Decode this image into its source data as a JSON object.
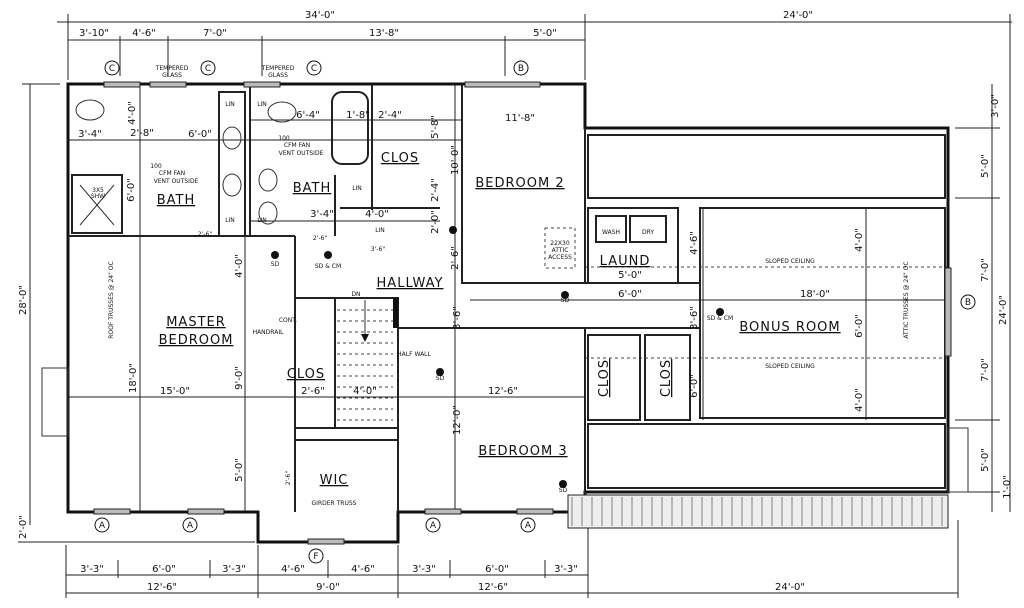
{
  "dimensions": {
    "top_overall": [
      "34'-0\"",
      "24'-0\""
    ],
    "top_segments": [
      "3'-10\"",
      "4'-6\"",
      "7'-0\"",
      "13'-8\"",
      "5'-0\""
    ],
    "left": [
      "28'-0\"",
      "2'-0\""
    ],
    "right": [
      "3'-0\"",
      "5'-0\"",
      "7'-0\"",
      "24'-0\"",
      "7'-0\"",
      "5'-0\"",
      "1'-0\""
    ],
    "bottom_segments": [
      "3'-3\"",
      "6'-0\"",
      "3'-3\"",
      "4'-6\"",
      "4'-6\"",
      "3'-3\"",
      "6'-0\"",
      "3'-3\""
    ],
    "bottom_overall": [
      "12'-6\"",
      "9'-0\"",
      "12'-6\"",
      "24'-0\""
    ],
    "interior": [
      "4'-0\"",
      "3'-4\"",
      "2'-8\"",
      "6'-0\"",
      "6'-0\"",
      "6'-4\"",
      "1'-8\"",
      "2'-4\"",
      "5'-8\"",
      "10'-0\"",
      "3'-4\"",
      "4'-0\"",
      "2'-4\"",
      "2'-0\"",
      "11'-8\"",
      "4'-0\"",
      "18'-0\"",
      "9'-0\"",
      "15'-0\"",
      "5'-0\"",
      "2'-6\"",
      "4'-0\"",
      "12'-6\"",
      "12'-0\"",
      "3'-6\"",
      "2'-6\"",
      "6'-0\"",
      "5'-0\"",
      "18'-0\"",
      "4'-6\"",
      "3'-6\"",
      "6'-0\"",
      "4'-0\"",
      "6'-0\"",
      "4'-0\"",
      "2'-6\"",
      "2'-6\"",
      "3'-6\"",
      "2'-6\""
    ]
  },
  "window_tags": {
    "top": [
      "C",
      "C",
      "C",
      "B"
    ],
    "bottom": [
      "A",
      "A",
      "F",
      "A",
      "A"
    ],
    "right": [
      "B"
    ]
  },
  "rooms": [
    "BATH",
    "BATH",
    "BEDROOM 2",
    "LAUND",
    "HALLWAY",
    "MASTER",
    "BEDROOM",
    "BONUS ROOM",
    "CLOS",
    "CLOS",
    "WIC",
    "BEDROOM 3",
    "CLOS",
    "CLOS"
  ],
  "notes": [
    "TEMPERED",
    "GLASS",
    "TEMPERED",
    "GLASS",
    "LIN",
    "LIN",
    "LIN",
    "LIN",
    "LIN",
    "LIN",
    "100",
    "CFM FAN",
    "VENT OUTSIDE",
    "100",
    "CFM FAN",
    "VENT OUTSIDE",
    "SD",
    "SD & CM",
    "SD",
    "SD & CM",
    "SD",
    "SD",
    "CONT.",
    "HANDRAIL",
    "HALF WALL",
    "GIRDER TRUSS",
    "22X30",
    "ATTIC",
    "ACCESS",
    "WASH",
    "DRY",
    "SLOPED CEILING",
    "SLOPED CEILING",
    "ROOF TRUSSES @ 24\" OC",
    "ATTIC TRUSSES @ 24\" OC",
    "DN",
    "3X5",
    "SHW"
  ]
}
